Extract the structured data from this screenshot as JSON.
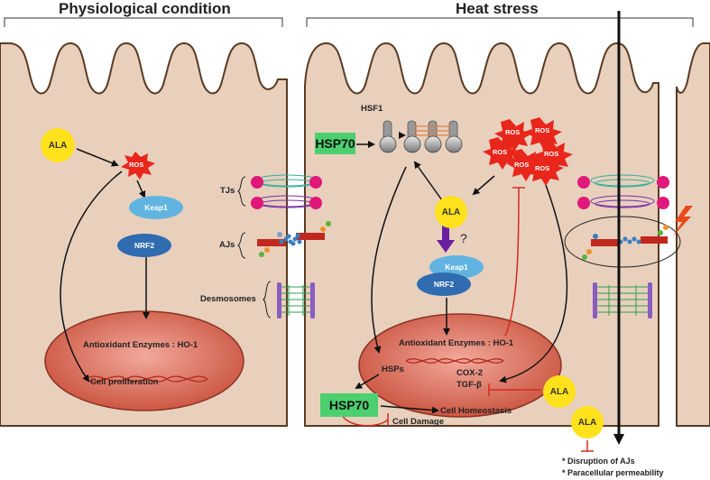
{
  "headers": {
    "left": "Physiological condition",
    "right": "Heat stress"
  },
  "left": {
    "ala": "ALA",
    "ros": "ROS",
    "keap1": "Keap1",
    "nrf2": "NRF2",
    "enzymes": "Antioxidant Enzymes : HO-1",
    "proliferation": "Cell proliferation"
  },
  "junctions": {
    "tjs": "TJs",
    "ajs": "AJs",
    "desmosomes": "Desmosomes"
  },
  "right": {
    "hsf1": "HSF1",
    "hsp70_top": "HSP70",
    "ros": "ROS",
    "ala_mid": "ALA",
    "question": "?",
    "keap1": "Keap1",
    "nrf2": "NRF2",
    "enzymes": "Antioxidant Enzymes : HO-1",
    "hsps": "HSPs",
    "cox2": "COX-2",
    "tgfb": "TGF-β",
    "ala_right": "ALA",
    "hsp70_bottom": "HSP70",
    "homeostasis": "Cell Homeostasis",
    "damage": "Cell Damage",
    "ala_bottom": "ALA",
    "disruption": "* Disruption of AJs",
    "permeability": "* Paracellular permeability"
  }
}
